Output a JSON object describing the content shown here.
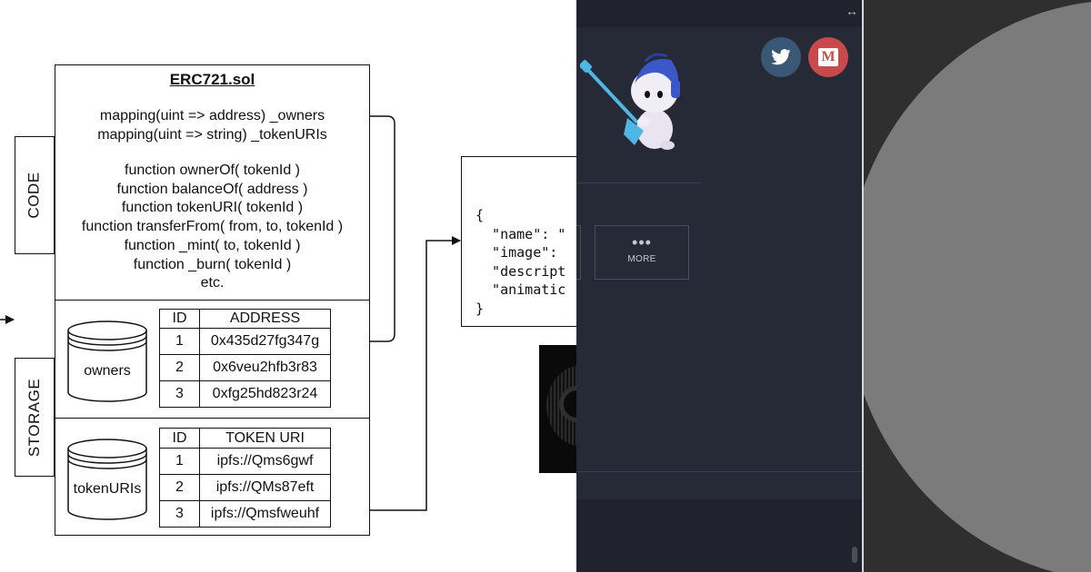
{
  "diagram": {
    "contract_title": "ERC721.sol",
    "mappings": [
      "mapping(uint => address) _owners",
      "mapping(uint => string) _tokenURIs"
    ],
    "functions": [
      "function ownerOf( tokenId )",
      "function balanceOf( address )",
      "function tokenURI( tokenId )",
      "function transferFrom( from, to, tokenId )",
      "function _mint( to, tokenId )",
      "function _burn( tokenId )",
      "etc."
    ],
    "side_labels": {
      "code": "CODE",
      "storage": "STORAGE"
    },
    "owners": {
      "store_label": "owners",
      "headers": [
        "ID",
        "ADDRESS"
      ],
      "rows": [
        [
          "1",
          "0x435d27fg347g"
        ],
        [
          "2",
          "0x6veu2hfb3r83"
        ],
        [
          "3",
          "0xfg25hd823r24"
        ]
      ]
    },
    "token_uris": {
      "store_label": "tokenURIs",
      "headers": [
        "ID",
        "TOKEN URI"
      ],
      "rows": [
        [
          "1",
          "ipfs://Qms6gwf"
        ],
        [
          "2",
          "ipfs://QMs87eft"
        ],
        [
          "3",
          "ipfs://Qmsfweuhf"
        ]
      ]
    },
    "json_lines": [
      "{",
      "  \"name\": \"",
      "  \"image\":",
      "  \"descript",
      "  \"animatic",
      "}"
    ]
  },
  "panel": {
    "more_label": "MORE",
    "more_dots": "•••",
    "resize_glyph": "↔",
    "medium_letter": "M",
    "icons": {
      "twitter": "twitter-icon",
      "medium": "medium-icon",
      "mascot": "mascot-illustration"
    }
  },
  "colors": {
    "panel_bg": "#262a37",
    "twitter_bg": "#3a5876",
    "medium_bg": "#c94a4a",
    "right_bg": "#2f2f2f",
    "circle": "#7b7b7b"
  }
}
